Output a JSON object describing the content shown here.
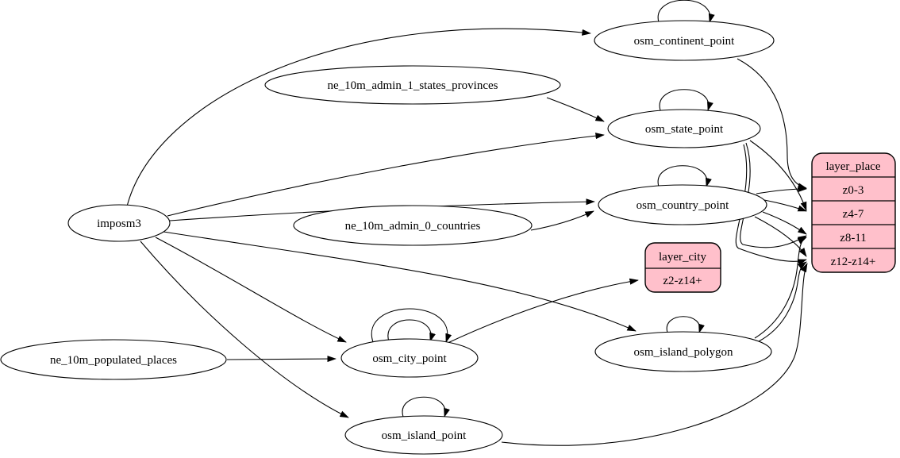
{
  "diagram": {
    "kind": "etl-dependency-graph",
    "background": "#ffffff",
    "colors": {
      "edge": "#000000",
      "ellipse_fill": "#ffffff",
      "record_fill": "#ffc0cb",
      "border": "#000000",
      "text": "#000000"
    },
    "nodes": {
      "imposm3": {
        "label": "imposm3",
        "shape": "ellipse"
      },
      "ne_10m_admin_1_states_provinces": {
        "label": "ne_10m_admin_1_states_provinces",
        "shape": "ellipse"
      },
      "ne_10m_admin_0_countries": {
        "label": "ne_10m_admin_0_countries",
        "shape": "ellipse"
      },
      "ne_10m_populated_places": {
        "label": "ne_10m_populated_places",
        "shape": "ellipse"
      },
      "osm_continent_point": {
        "label": "osm_continent_point",
        "shape": "ellipse",
        "self_loops": 1
      },
      "osm_state_point": {
        "label": "osm_state_point",
        "shape": "ellipse",
        "self_loops": 1
      },
      "osm_country_point": {
        "label": "osm_country_point",
        "shape": "ellipse",
        "self_loops": 1
      },
      "osm_city_point": {
        "label": "osm_city_point",
        "shape": "ellipse",
        "self_loops": 2
      },
      "osm_island_polygon": {
        "label": "osm_island_polygon",
        "shape": "ellipse",
        "self_loops": 1
      },
      "osm_island_point": {
        "label": "osm_island_point",
        "shape": "ellipse",
        "self_loops": 1
      },
      "layer_city": {
        "label": "layer_city",
        "shape": "record",
        "rows": [
          "z2-z14+"
        ]
      },
      "layer_place": {
        "label": "layer_place",
        "shape": "record",
        "rows": [
          "z0-3",
          "z4-7",
          "z8-11",
          "z12-z14+"
        ]
      }
    },
    "edges": [
      {
        "from": "imposm3",
        "to": "osm_continent_point"
      },
      {
        "from": "imposm3",
        "to": "osm_state_point"
      },
      {
        "from": "imposm3",
        "to": "osm_country_point"
      },
      {
        "from": "imposm3",
        "to": "osm_city_point"
      },
      {
        "from": "imposm3",
        "to": "osm_island_polygon"
      },
      {
        "from": "imposm3",
        "to": "osm_island_point"
      },
      {
        "from": "ne_10m_admin_1_states_provinces",
        "to": "osm_state_point"
      },
      {
        "from": "ne_10m_admin_0_countries",
        "to": "osm_country_point"
      },
      {
        "from": "ne_10m_populated_places",
        "to": "osm_city_point"
      },
      {
        "from": "osm_continent_point",
        "to": "osm_continent_point"
      },
      {
        "from": "osm_state_point",
        "to": "osm_state_point"
      },
      {
        "from": "osm_country_point",
        "to": "osm_country_point"
      },
      {
        "from": "osm_city_point",
        "to": "osm_city_point"
      },
      {
        "from": "osm_city_point",
        "to": "osm_city_point"
      },
      {
        "from": "osm_island_polygon",
        "to": "osm_island_polygon"
      },
      {
        "from": "osm_island_point",
        "to": "osm_island_point"
      },
      {
        "from": "osm_city_point",
        "to": "layer_city",
        "to_row": "z2-z14+"
      },
      {
        "from": "osm_continent_point",
        "to": "layer_place",
        "to_row": "z0-3"
      },
      {
        "from": "osm_country_point",
        "to": "layer_place",
        "to_row": "z0-3"
      },
      {
        "from": "osm_country_point",
        "to": "layer_place",
        "to_row": "z4-7"
      },
      {
        "from": "osm_country_point",
        "to": "layer_place",
        "to_row": "z8-11"
      },
      {
        "from": "osm_country_point",
        "to": "layer_place",
        "to_row": "z12-z14+"
      },
      {
        "from": "osm_state_point",
        "to": "layer_place",
        "to_row": "z4-7"
      },
      {
        "from": "osm_state_point",
        "to": "layer_place",
        "to_row": "z8-11"
      },
      {
        "from": "osm_state_point",
        "to": "layer_place",
        "to_row": "z12-z14+"
      },
      {
        "from": "osm_island_polygon",
        "to": "layer_place",
        "to_row": "z8-11"
      },
      {
        "from": "osm_island_polygon",
        "to": "layer_place",
        "to_row": "z12-z14+"
      },
      {
        "from": "osm_island_point",
        "to": "layer_place",
        "to_row": "z12-z14+"
      }
    ]
  }
}
